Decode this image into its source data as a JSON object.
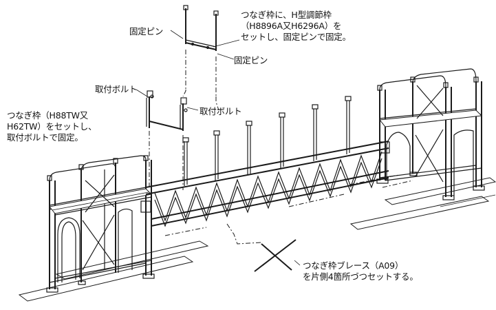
{
  "labels": {
    "fix_pin_top": "固定ピン",
    "h_frame_note": [
      "つなぎ枠に、H型調節枠",
      "（H8896A又H6296A）を",
      "セットし、固定ピンで固定。"
    ],
    "fix_pin_right": "固定ピン",
    "mount_bolt_left": "取付ボルト",
    "mount_bolt_right": "取付ボルト",
    "connect_frame_note": [
      "つなぎ枠（H88TW又",
      "H62TW）をセットし、",
      "取付ボルトで固定。"
    ],
    "brace_note": [
      "つなぎ枠ブレース（A09）",
      "を片側4箇所づつセットする。"
    ]
  }
}
